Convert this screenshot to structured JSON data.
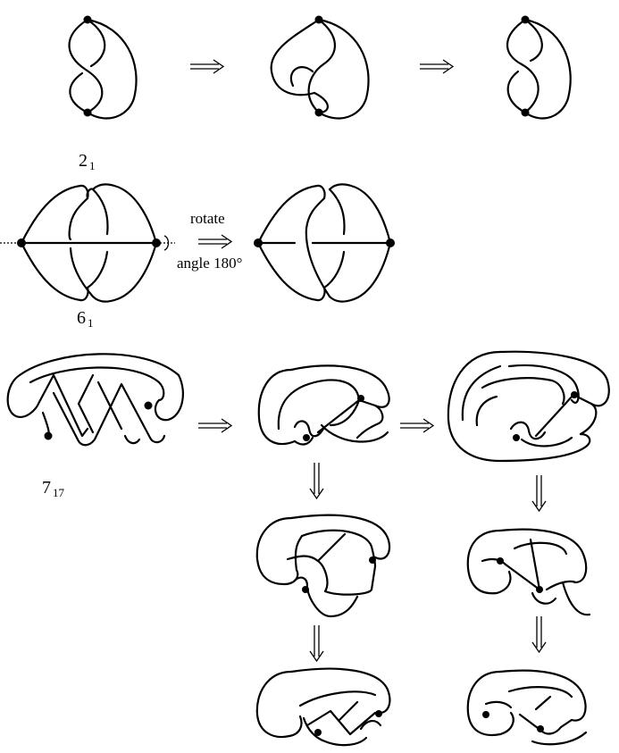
{
  "labels": {
    "knot_2_1": {
      "main": "2",
      "sub": "1"
    },
    "knot_6_1": {
      "main": "6",
      "sub": "1"
    },
    "knot_7_17": {
      "main": "7",
      "sub": "17"
    }
  },
  "rotation": {
    "line1": "rotate",
    "line2": "angle 180°"
  },
  "colors": {
    "stroke": "#000000",
    "background": "#ffffff"
  }
}
